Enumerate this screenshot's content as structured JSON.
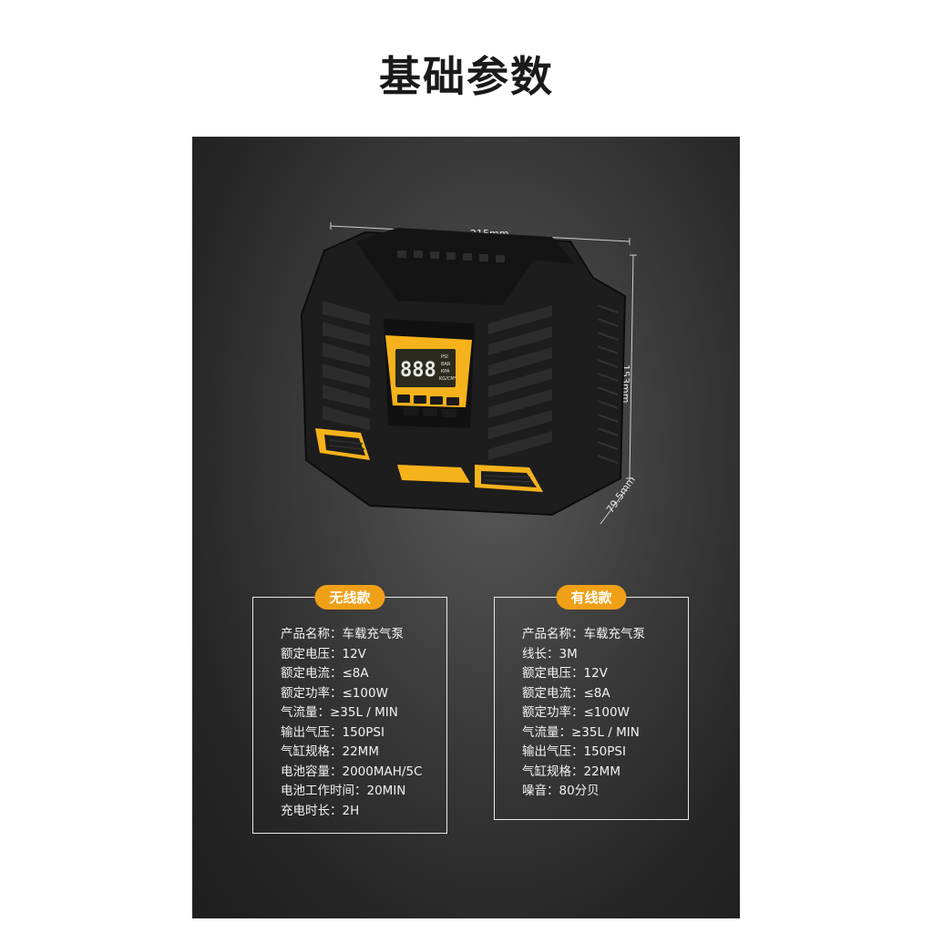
{
  "title": "基础参数",
  "dimensions": {
    "width": "215mm",
    "height": "153mm",
    "depth": "79.5mm"
  },
  "display_units": [
    "PSI",
    "BAR",
    "KPA",
    "KG/CM²"
  ],
  "display_digits": "888",
  "wireless": {
    "tag": "无线款",
    "specs": [
      "产品名称：车载充气泵",
      "额定电压：12V",
      "额定电流：≤8A",
      "额定功率：≤100W",
      "气流量：≥35L / MIN",
      "输出气压：150PSI",
      "气缸规格：22MM",
      "电池容量：2000MAH/5C",
      "电池工作时间：20MIN",
      "充电时长：2H"
    ]
  },
  "wired": {
    "tag": "有线款",
    "specs": [
      "产品名称：车载充气泵",
      "线长：3M",
      "额定电压：12V",
      "额定电流：≤8A",
      "额定功率：≤100W",
      "气流量：≥35L / MIN",
      "输出气压：150PSI",
      "气缸规格：22MM",
      "噪音：80分贝"
    ]
  },
  "colors": {
    "accent": "#f0a017",
    "background": "#2e2e2e",
    "product_body": "#1c1c1c",
    "lcd": "#f5b21b"
  }
}
